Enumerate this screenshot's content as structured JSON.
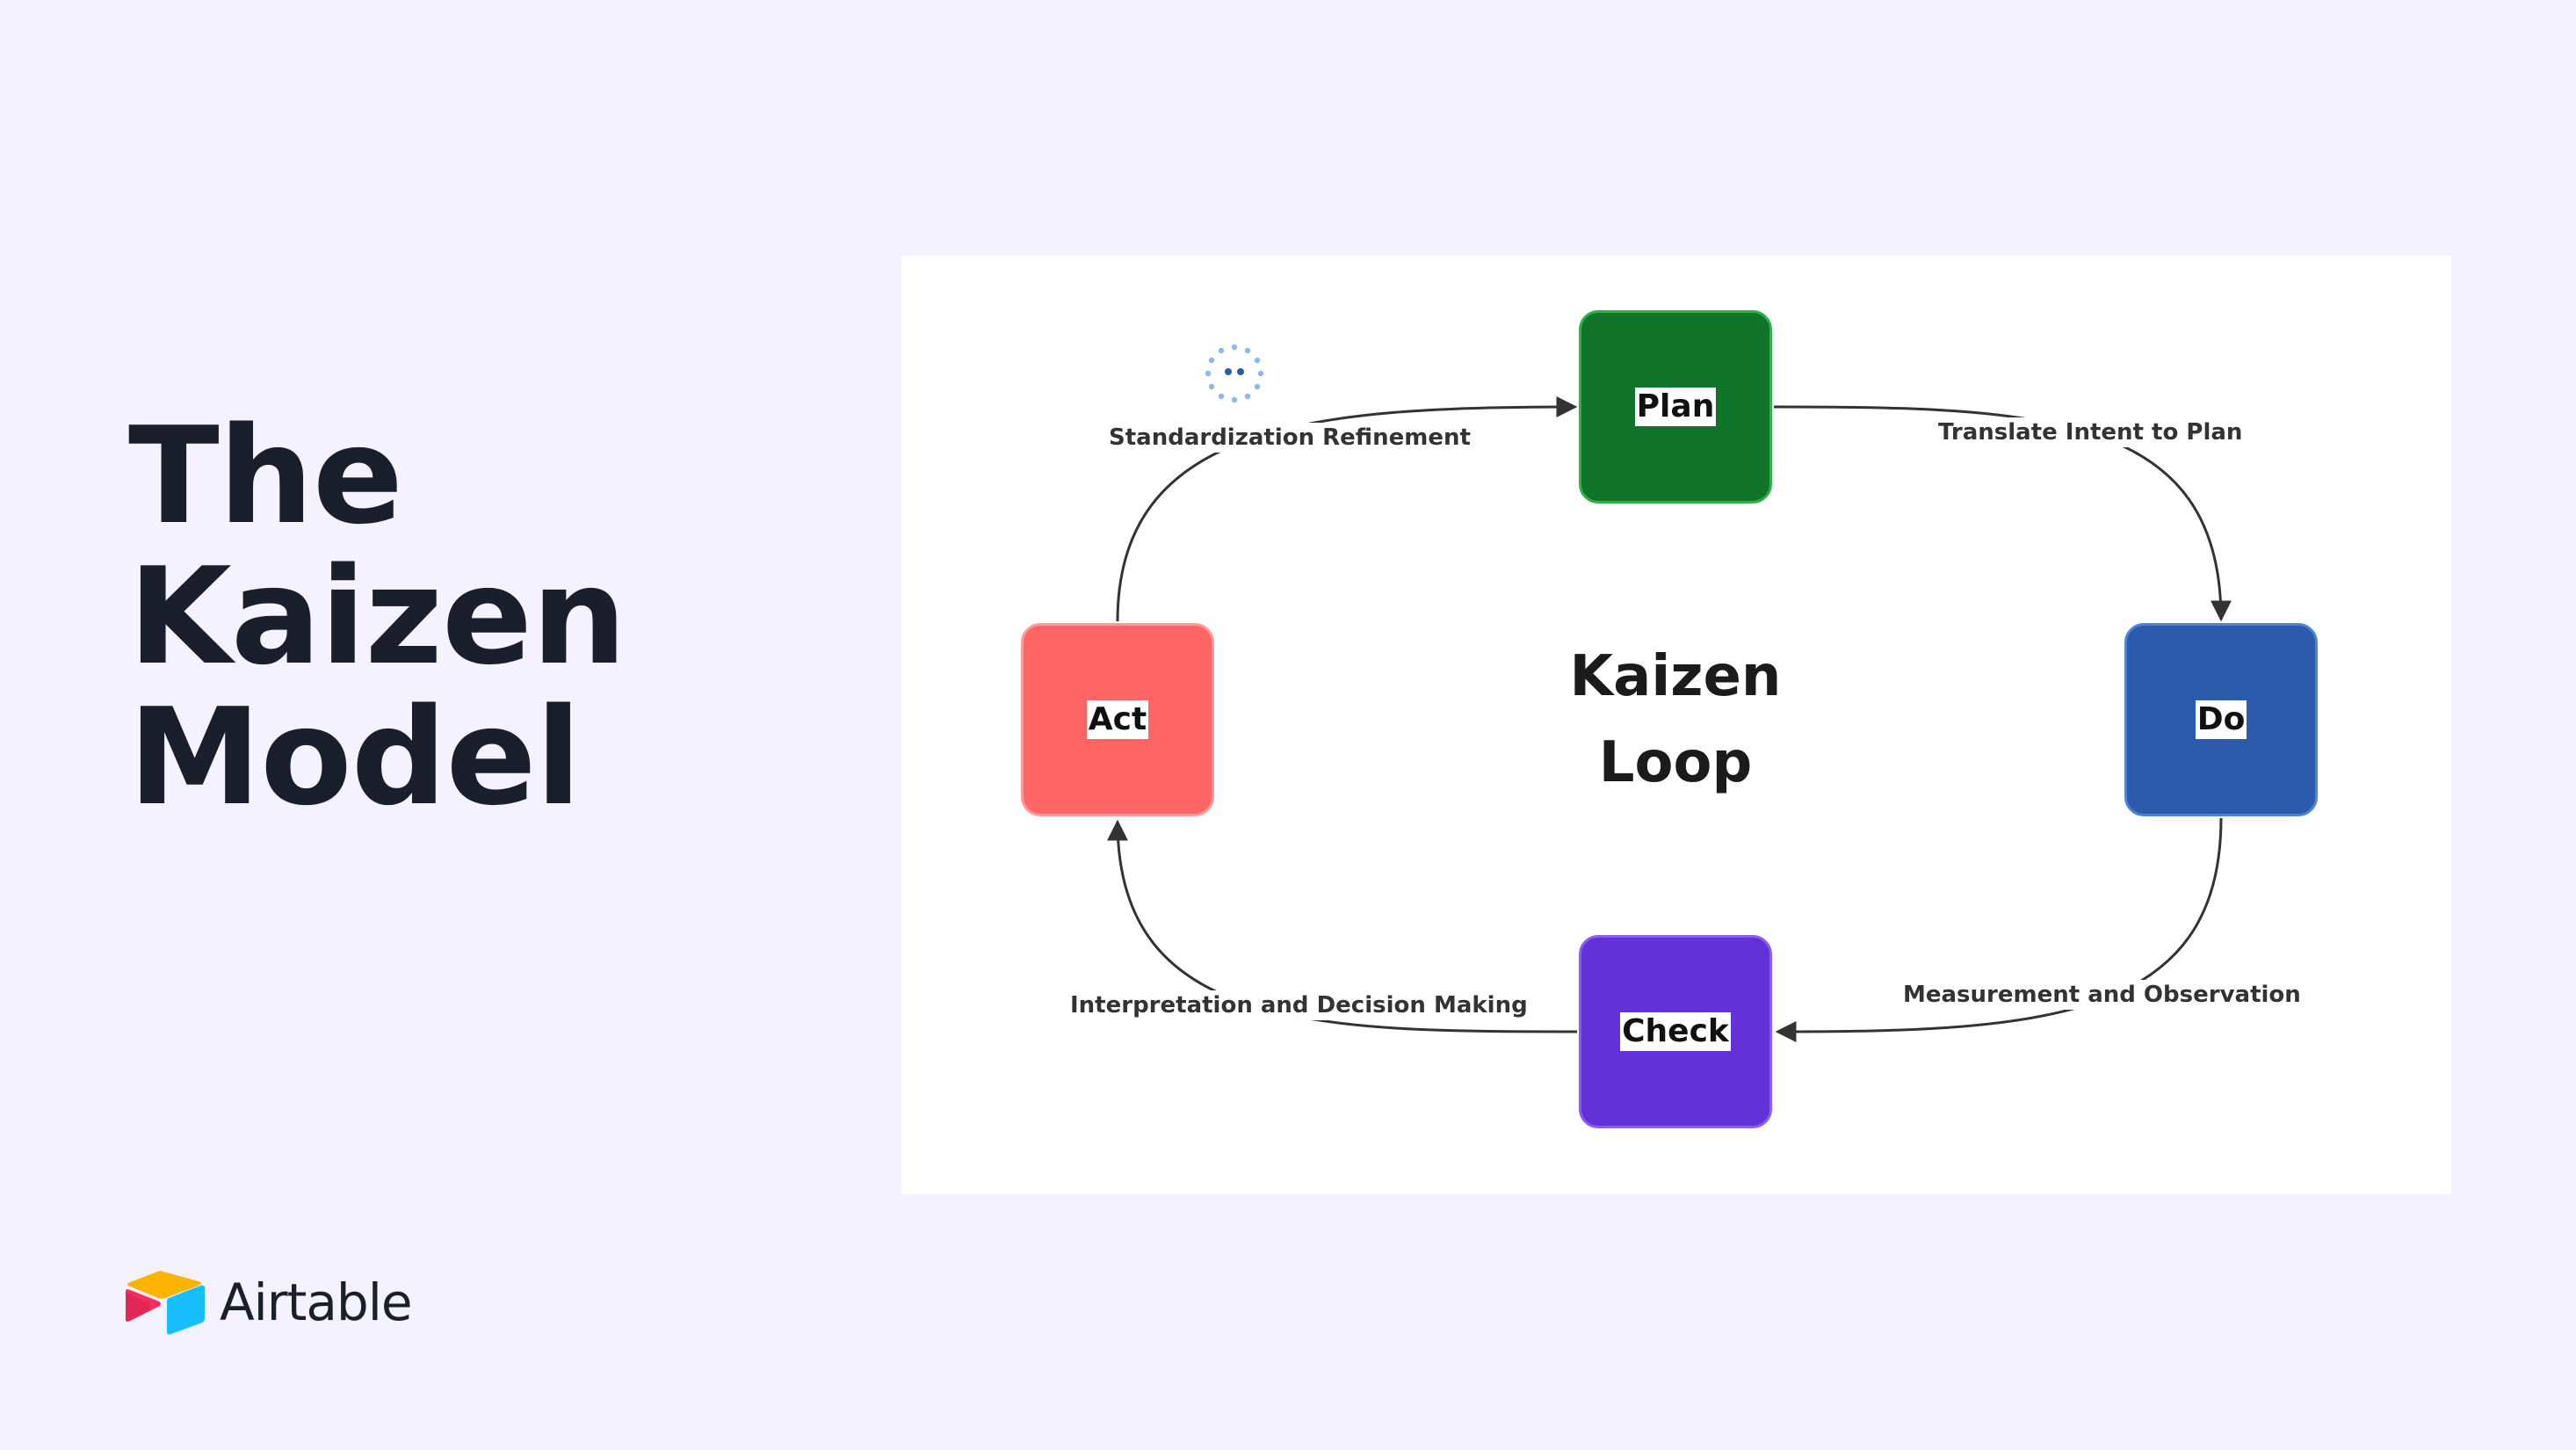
{
  "title": {
    "line1": "The",
    "line2": "Kaizen",
    "line3": "Model"
  },
  "brand": {
    "name": "Airtable",
    "logo_colors": [
      "#fcb400",
      "#18bfff",
      "#f82b60"
    ]
  },
  "diagram": {
    "center": {
      "line1": "Kaizen",
      "line2": "Loop"
    },
    "nodes": [
      {
        "id": "plan",
        "label": "Plan",
        "color": "#10742a"
      },
      {
        "id": "do",
        "label": "Do",
        "color": "#2c5bab"
      },
      {
        "id": "check",
        "label": "Check",
        "color": "#6430d8"
      },
      {
        "id": "act",
        "label": "Act",
        "color": "#ff6565"
      }
    ],
    "edges": [
      {
        "from": "plan",
        "to": "do",
        "label": "Translate Intent to Plan"
      },
      {
        "from": "do",
        "to": "check",
        "label": "Measurement and Observation"
      },
      {
        "from": "check",
        "to": "act",
        "label": "Interpretation and Decision Making"
      },
      {
        "from": "act",
        "to": "plan",
        "label": "Standardization Refinement"
      }
    ],
    "loading_icon": "dotted-spinner-icon"
  }
}
